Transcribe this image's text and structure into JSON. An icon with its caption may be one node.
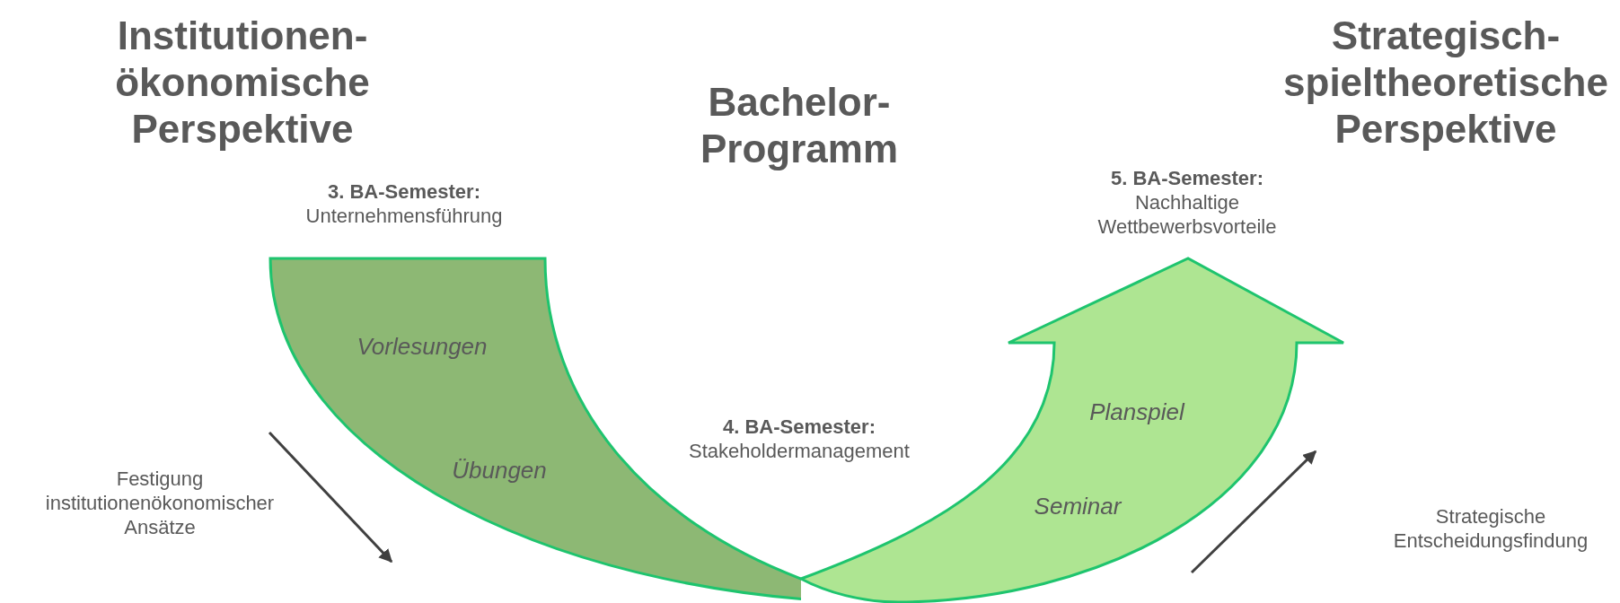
{
  "diagram": {
    "nodes": [
      {
        "text": [
          "Vorlesungen",
          "Übungen"
        ],
        "beside": [
          "**3. BA-Semester:** Unternehmensführung"
        ]
      },
      {
        "text": [
          "Planspiel",
          "Seminar"
        ],
        "beside": [
          "**5. BA-Semester:** Nachhaltige Wettbewerbsvorteile"
        ]
      }
    ],
    "edges": [],
    "labels": [
      "Institutionen- ökonomische Perspektive",
      "Bachelor- Programm",
      "Strategisch- spieltheoretische Perspektive",
      "**4. BA-Semester:** Stakeholdermanagement",
      "Festigung institutionenökonomischer Ansätze",
      "Strategische Entscheidungsfindung"
    ]
  }
}
